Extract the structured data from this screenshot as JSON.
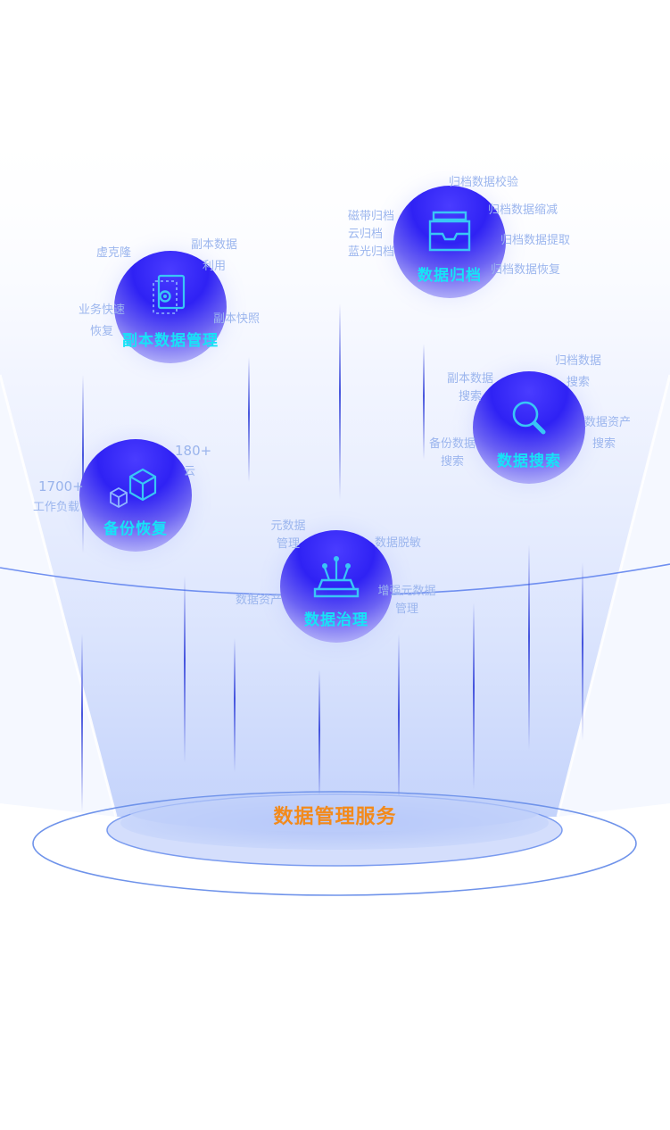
{
  "core": {
    "title": "数据管理服务"
  },
  "nodes": {
    "copy": {
      "title": "副本数据管理",
      "icon": "gear-document-icon",
      "labels": {
        "clone": "虚克隆",
        "use_line1": "副本数据",
        "use_line2": "利用",
        "recover_line1": "业务快速",
        "recover_line2": "恢复",
        "snapshot": "副本快照"
      }
    },
    "archive": {
      "title": "数据归档",
      "icon": "inbox-tray-icon",
      "labels": {
        "tape": "磁带归档",
        "cloud": "云归档",
        "bluray": "蓝光归档",
        "verify": "归档数据校验",
        "compress": "归档数据缩减",
        "extract": "归档数据提取",
        "restore": "归档数据恢复"
      }
    },
    "search": {
      "title": "数据搜索",
      "icon": "magnifier-icon",
      "labels": {
        "copy_line1": "副本数据",
        "copy_line2": "搜索",
        "backup_line1": "备份数据",
        "backup_line2": "搜索",
        "archive_line1": "归档数据",
        "archive_line2": "搜索",
        "asset_line1": "数据资产",
        "asset_line2": "搜索"
      }
    },
    "backup": {
      "title": "备份恢复",
      "icon": "cubes-icon",
      "labels": {
        "cloud_count": "180+",
        "cloud_word": "云",
        "workload_count": "1700+",
        "workload_word": "工作负载"
      }
    },
    "governance": {
      "title": "数据治理",
      "icon": "server-antenna-icon",
      "labels": {
        "meta_line1": "元数据",
        "meta_line2": "管理",
        "mask": "数据脱敏",
        "asset": "数据资产",
        "enhanced_line1": "增强元数据",
        "enhanced_line2": "管理"
      }
    }
  },
  "colors": {
    "node_title": "#17e3f7",
    "core_title": "#f28a1c",
    "label": "#9cb6ee",
    "sphere": "#2f22f4"
  }
}
